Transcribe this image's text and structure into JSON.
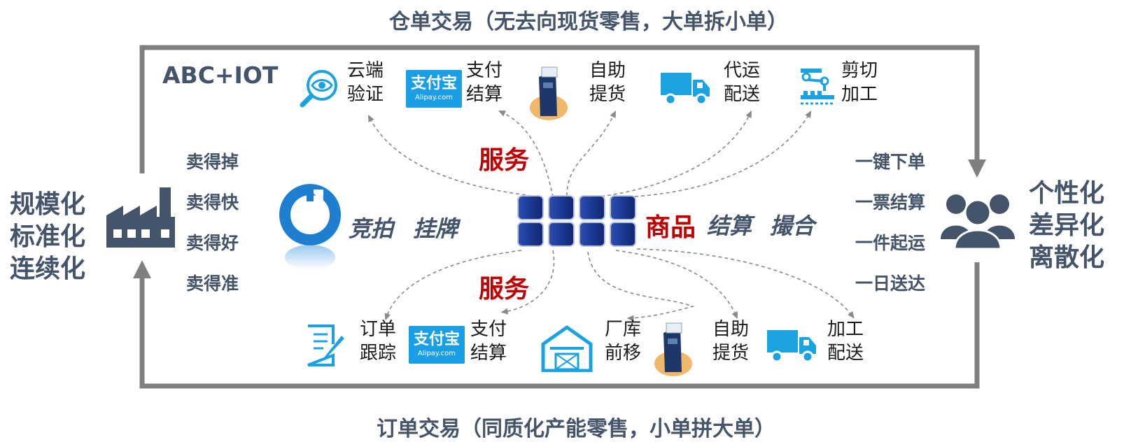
{
  "top_title": "仓单交易（无去向现货零售，大单拆小单）",
  "bottom_title": "订单交易（同质化产能零售，小单拼大单）",
  "abc_label": "ABC+IOT",
  "left_words": [
    "规模化",
    "标准化",
    "连续化"
  ],
  "right_words": [
    "个性化",
    "差异化",
    "离散化"
  ],
  "left_list": [
    "卖得掉",
    "卖得快",
    "卖得好",
    "卖得准"
  ],
  "right_list": [
    "一键下单",
    "一票结算",
    "一件起运",
    "一日送达"
  ],
  "top_services": [
    {
      "l1": "云端",
      "l2": "验证",
      "icon": "magnifier-eye-icon"
    },
    {
      "l1": "支付",
      "l2": "结算",
      "icon": "alipay-logo"
    },
    {
      "l1": "自助",
      "l2": "提货",
      "icon": "kiosk-icon"
    },
    {
      "l1": "代运",
      "l2": "配送",
      "icon": "truck-icon"
    },
    {
      "l1": "剪切",
      "l2": "加工",
      "icon": "robot-arm-icon"
    }
  ],
  "bottom_services": [
    {
      "l1": "订单",
      "l2": "跟踪",
      "icon": "document-pen-icon"
    },
    {
      "l1": "支付",
      "l2": "结算",
      "icon": "alipay-logo"
    },
    {
      "l1": "厂库",
      "l2": "前移",
      "icon": "warehouse-icon"
    },
    {
      "l1": "自助",
      "l2": "提货",
      "icon": "kiosk-icon"
    },
    {
      "l1": "加工",
      "l2": "配送",
      "icon": "truck-icon"
    }
  ],
  "alipay": {
    "cn": "支付宝",
    "en": "Alipay.com"
  },
  "service_top": "服务",
  "service_bottom": "服务",
  "auction": {
    "a": "竞拍",
    "b": "挂牌"
  },
  "goods": "商品",
  "settle": "结算",
  "match": "撮合",
  "colors": {
    "frame": "#7f7f7f",
    "text": "#44546a",
    "accent_red": "#c00000",
    "icon_blue": "#1aa3e0",
    "barrel": "#1f3c99"
  }
}
